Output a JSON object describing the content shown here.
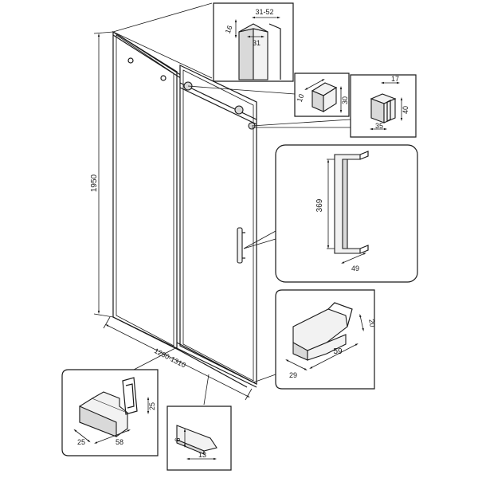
{
  "dimensions": {
    "height": "1950",
    "width_range": "1280-1310",
    "top_bracket_range": "31-52",
    "top_bracket_16": "16",
    "top_bracket_31": "31",
    "roller_10": "10",
    "roller_30": "30",
    "stopper_17": "17",
    "stopper_40": "40",
    "stopper_35": "35",
    "handle_369": "369",
    "handle_49": "49",
    "guide_20": "20",
    "guide_59": "59",
    "guide_29": "29",
    "bottom_guide_25a": "25",
    "bottom_guide_25b": "25",
    "bottom_guide_58": "58",
    "seal_6": "6",
    "seal_13": "13"
  }
}
